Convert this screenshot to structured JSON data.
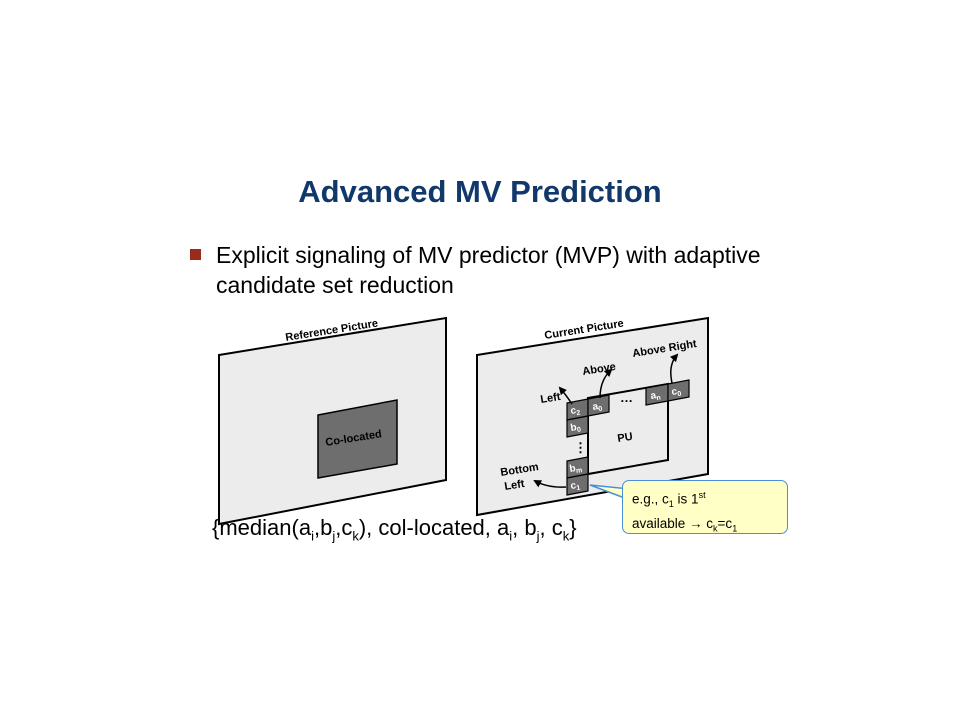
{
  "slide": {
    "title": "Advanced MV Prediction",
    "bullet": "Explicit signaling of MV predictor (MVP) with adaptive candidate set reduction"
  },
  "diagram": {
    "reference_label": "Reference Picture",
    "current_label": "Current Picture",
    "colocated_label": "Co-located",
    "pu_label": "PU",
    "left_label": "Left",
    "above_label": "Above",
    "above_right_label": "Above Right",
    "bottom_left_line1": "Bottom",
    "bottom_left_line2": "Left",
    "dots_h": "…",
    "dots_v": "⋮",
    "blocks": {
      "c2": {
        "base": "c",
        "sub": "2"
      },
      "a0": {
        "base": "a",
        "sub": "0"
      },
      "an": {
        "base": "a",
        "sub": "n"
      },
      "c0": {
        "base": "c",
        "sub": "0"
      },
      "b0": {
        "base": "b",
        "sub": "0"
      },
      "bm": {
        "base": "b",
        "sub": "m"
      },
      "c1": {
        "base": "c",
        "sub": "1"
      }
    }
  },
  "formula": {
    "open": "{median(a",
    "i1": "i",
    "comma1": ",b",
    "j1": "j",
    "comma2": ",c",
    "k1": "k",
    "mid": "), col-located, a",
    "i2": "i",
    "mid2": ", b",
    "j2": "j",
    "mid3": ", c",
    "k2": "k",
    "close": "}"
  },
  "callout": {
    "line1_a": "e.g., c",
    "line1_sub": "1",
    "line1_b": " is 1",
    "line1_sup": "st",
    "line2_a": "available → c",
    "line2_sub": "k",
    "line2_b": "=c",
    "line2_sub2": "1"
  },
  "colors": {
    "title": "#10386b",
    "bullet": "#9c2a1c",
    "plane_fill": "#ececec",
    "block_fill": "#6e6e6e",
    "callout_fill": "#ffffc6",
    "callout_border": "#4a90d9"
  }
}
